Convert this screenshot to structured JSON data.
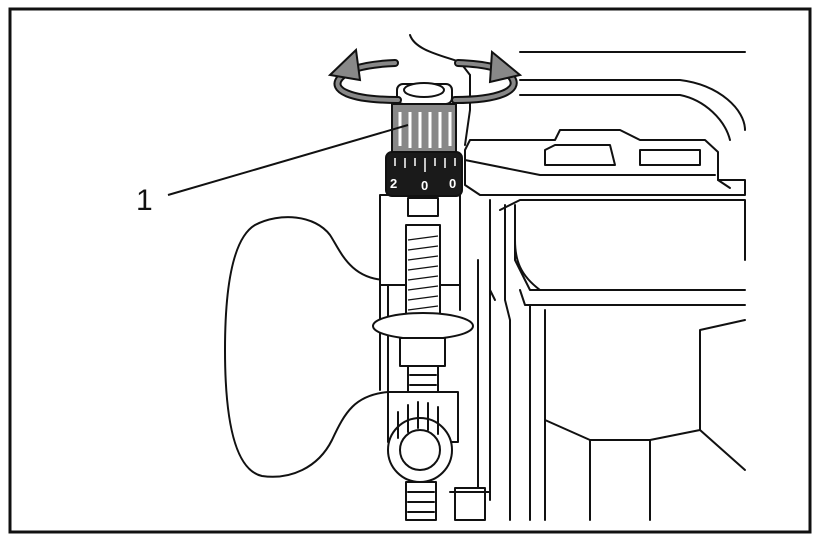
{
  "figure": {
    "callout_number": "1",
    "scale_labels": {
      "left": "2",
      "center": "0",
      "right": "0"
    }
  }
}
